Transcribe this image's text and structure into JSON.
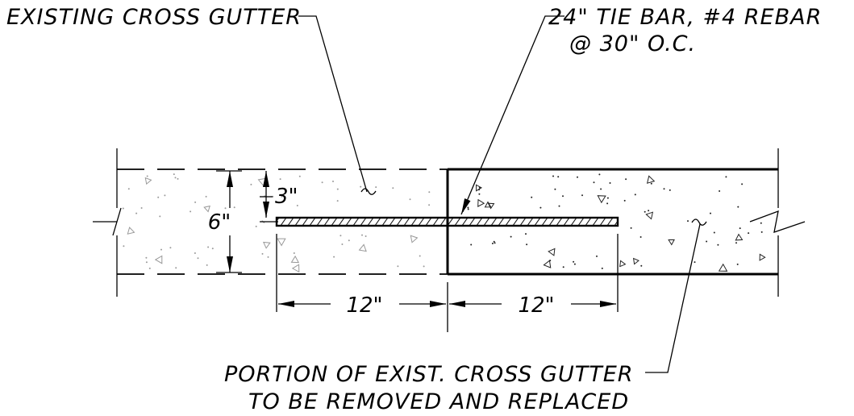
{
  "labels": {
    "existing_gutter": "EXISTING CROSS GUTTER",
    "tie_bar_line1": "24\" TIE BAR, #4 REBAR",
    "tie_bar_line2": "@ 30\" O.C.",
    "remove_line1": "PORTION OF EXIST. CROSS GUTTER",
    "remove_line2": "TO BE REMOVED AND REPLACED"
  },
  "dimensions": {
    "thickness": "6\"",
    "bar_depth": "3\"",
    "left_length": "12\"",
    "right_length": "12\""
  }
}
